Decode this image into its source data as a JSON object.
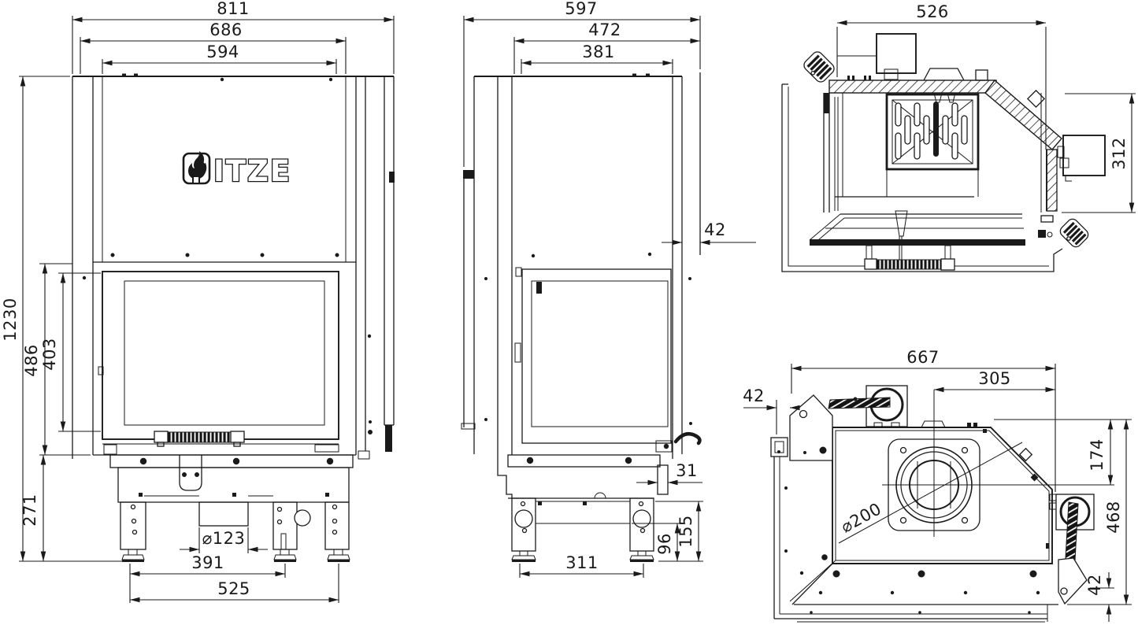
{
  "brand": {
    "logo_text": "ITZE",
    "logo_mark": "flame-in-square"
  },
  "views": {
    "front": {
      "dims": {
        "w_overall": "811",
        "w_body": "686",
        "w_glass": "594",
        "h_overall": "1230",
        "h_door": "486",
        "h_glass": "403",
        "h_base": "271",
        "d_intake": "⌀123",
        "w_feet": "391",
        "w_base": "525"
      }
    },
    "side": {
      "dims": {
        "d_overall": "597",
        "d_body": "472",
        "d_glass": "381",
        "gap_rear": "42",
        "gap_frame": "31",
        "h_legs": "155",
        "h_foot": "96",
        "d_feet": "311"
      }
    },
    "section": {
      "dims": {
        "w_top": "526",
        "h_outlet": "312"
      }
    },
    "top": {
      "dims": {
        "w_overall": "667",
        "x_flue": "305",
        "gap_side": "42",
        "y_flue": "174",
        "d_flue": "⌀200",
        "d_overall": "468",
        "gap_front": "42"
      }
    }
  }
}
